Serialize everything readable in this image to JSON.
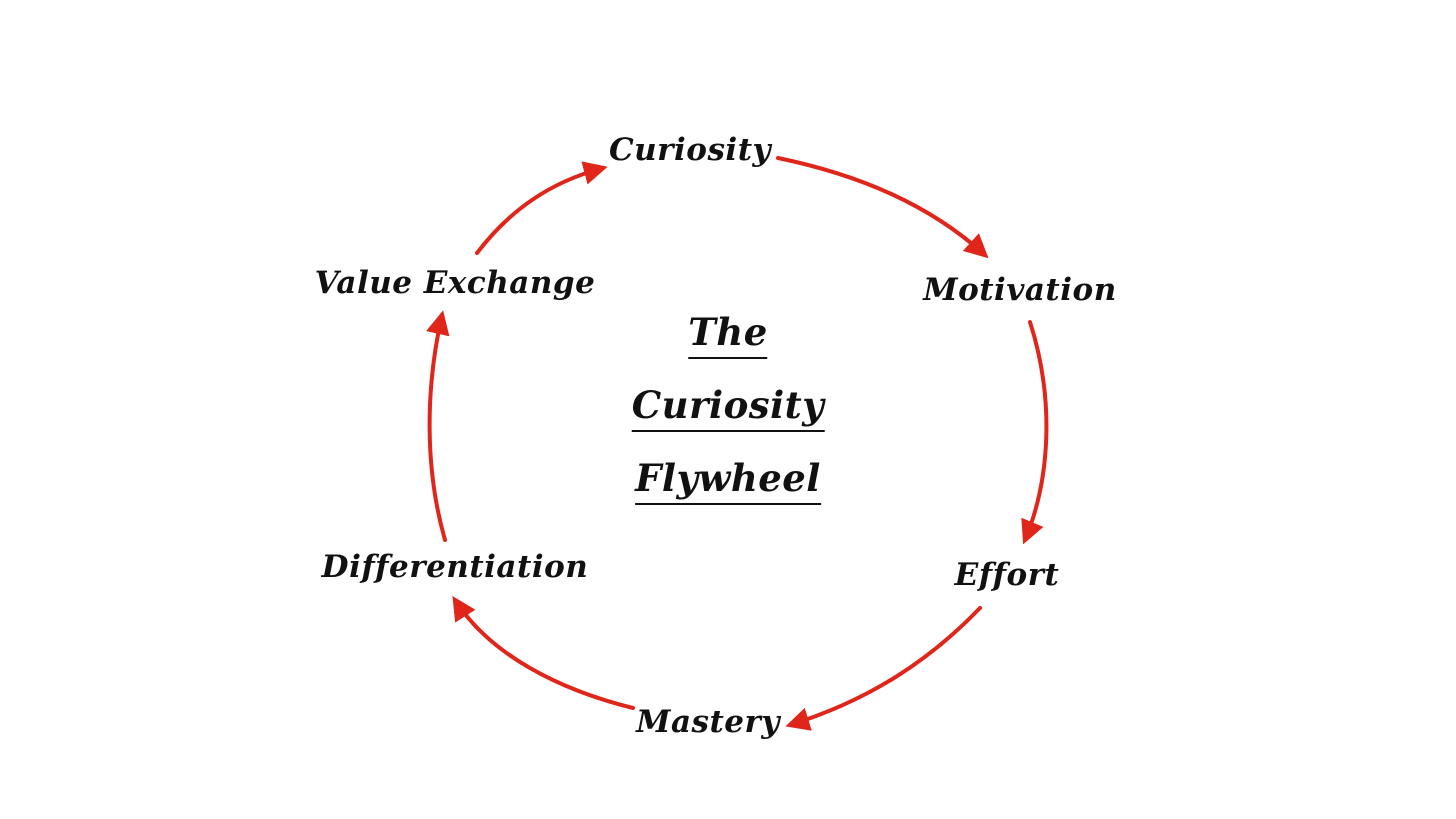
{
  "title_lines": [
    "The",
    "Curiosity",
    "Flywheel"
  ],
  "nodes": {
    "curiosity": "Curiosity",
    "motivation": "Motivation",
    "effort": "Effort",
    "mastery": "Mastery",
    "differentiation": "Differentiation",
    "value_exchange": "Value Exchange"
  },
  "colors": {
    "arrow": "#e0261b",
    "text": "#111111",
    "background": "#ffffff"
  }
}
